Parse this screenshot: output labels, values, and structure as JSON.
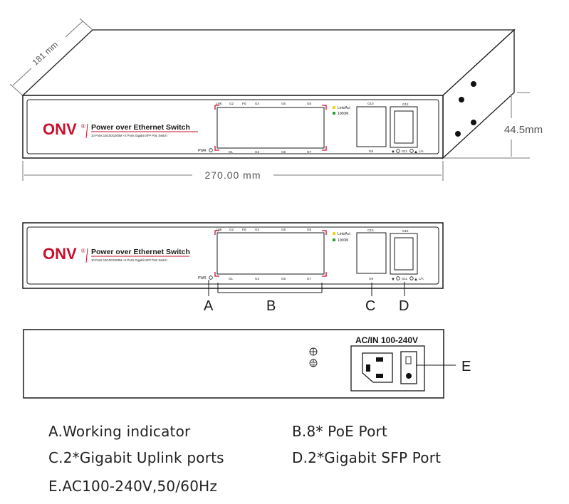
{
  "dimensions": {
    "depth": "181 mm",
    "width": "270.00 mm",
    "height": "44.5mm"
  },
  "front_panel": {
    "brand": "ONV",
    "registered": "®",
    "product_title": "Power over Ethernet Switch",
    "product_subtitle": "10 Ports 10/100/1000M +2 Ports Gigabit SFP PoE Switch",
    "pwr_label": "PWR",
    "port_labels_top": [
      "LNK",
      "G2",
      "Pd",
      "G4",
      "G6",
      "G8"
    ],
    "port_labels_bottom": [
      "G1",
      "G3",
      "G5",
      "G7"
    ],
    "indicator_legend": [
      {
        "label": "Link/Act",
        "color": "#f2d21b"
      },
      {
        "label": "1000M",
        "color": "#2e9d3a"
      }
    ],
    "uplink_top_label": "G10",
    "uplink_bottom_label": "G9",
    "sfp_top_label": "G12",
    "sfp_bottom_label": "G11",
    "sfp_la_label": "L/A"
  },
  "callouts": {
    "a": "A",
    "b": "B",
    "c": "C",
    "d": "D",
    "e": "E"
  },
  "rear_panel": {
    "power_label": "AC/IN 100-240V"
  },
  "legend": {
    "a": "A.Working indicator",
    "b": "B.8* PoE Port",
    "c": "C.2*Gigabit Uplink ports",
    "d": "D.2*Gigabit SFP Port",
    "e": "E.AC100-240V,50/60Hz"
  },
  "colors": {
    "accent_red": "#c8102e",
    "line": "#1a1a1a",
    "dim_line": "#777777"
  }
}
